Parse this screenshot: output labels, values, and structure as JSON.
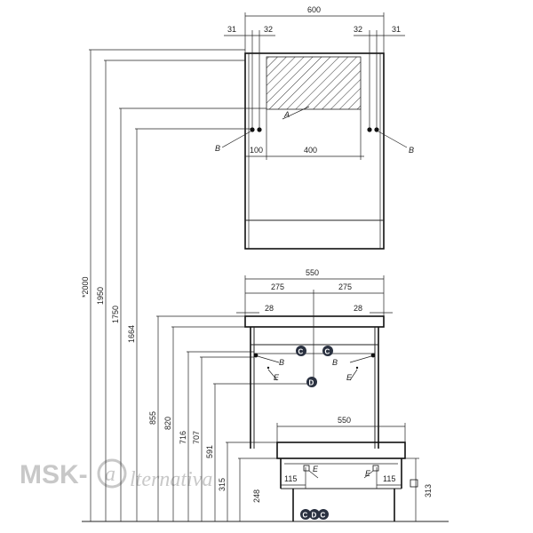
{
  "mirror": {
    "width": "600",
    "offset_left": "31",
    "offset_left_2": "32",
    "offset_right_2": "32",
    "offset_right": "31",
    "inner_offset": "100",
    "inner_width": "400",
    "label_a": "A",
    "label_b_left": "B",
    "label_b_right": "B"
  },
  "cabinet": {
    "width": "550",
    "half_left": "275",
    "half_right": "275",
    "edge_left": "28",
    "edge_right": "28",
    "label_b_left": "B",
    "label_b_right": "B",
    "label_e_left": "E",
    "label_e_right": "E",
    "marker_c1": "C",
    "marker_c2": "C",
    "marker_d": "D"
  },
  "base": {
    "width": "550",
    "offset_left": "115",
    "offset_right": "115",
    "height_right": "313",
    "label_e_left": "E",
    "label_e_right": "E",
    "marker_c1": "C",
    "marker_d": "D",
    "marker_c2": "C"
  },
  "heights": {
    "h2000": "*2000",
    "h1950": "1950",
    "h1750": "1750",
    "h1664": "1664",
    "h855": "855",
    "h820": "820",
    "h716": "716",
    "h707": "707",
    "h591": "591",
    "h315": "315",
    "h248": "248"
  },
  "watermark": {
    "brand_left": "MSK-",
    "brand_right": "lternativa",
    "at_sign": "a"
  }
}
